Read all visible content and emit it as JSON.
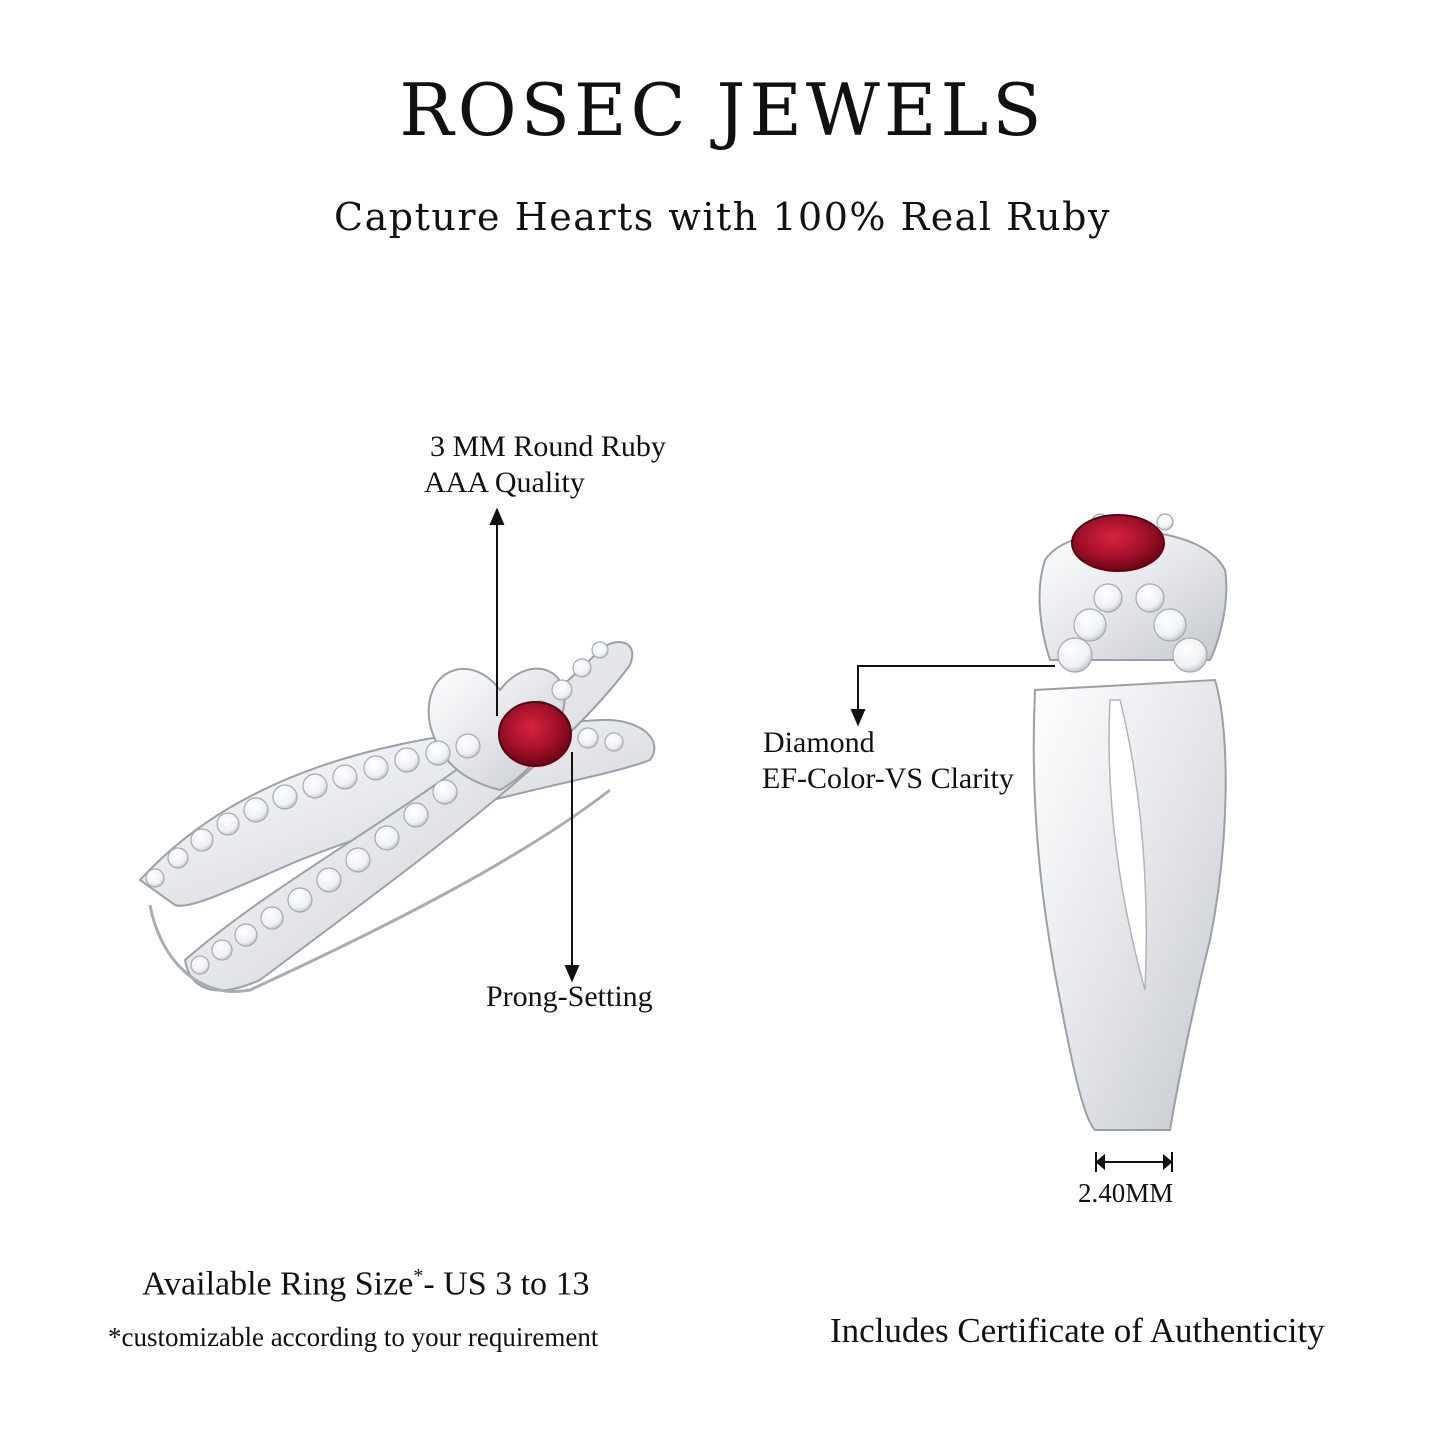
{
  "brand": "ROSEC JEWELS",
  "tagline": "Capture Hearts with 100% Real Ruby",
  "callouts": {
    "ruby_line1": "3 MM Round Ruby",
    "ruby_line2": "AAA Quality",
    "prong": "Prong-Setting",
    "diamond_line1": "Diamond",
    "diamond_line2": "EF-Color-VS  Clarity",
    "band_width": "2.40MM"
  },
  "footer": {
    "size_text": "Available Ring Size",
    "size_mark": "*",
    "size_range": "- US 3 to 13",
    "size_note": "*customizable according to your requirement",
    "certificate": "Includes Certificate of Authenticity"
  },
  "colors": {
    "ruby": "#9c0f24",
    "metal": "#e9ebee",
    "text": "#111111"
  }
}
